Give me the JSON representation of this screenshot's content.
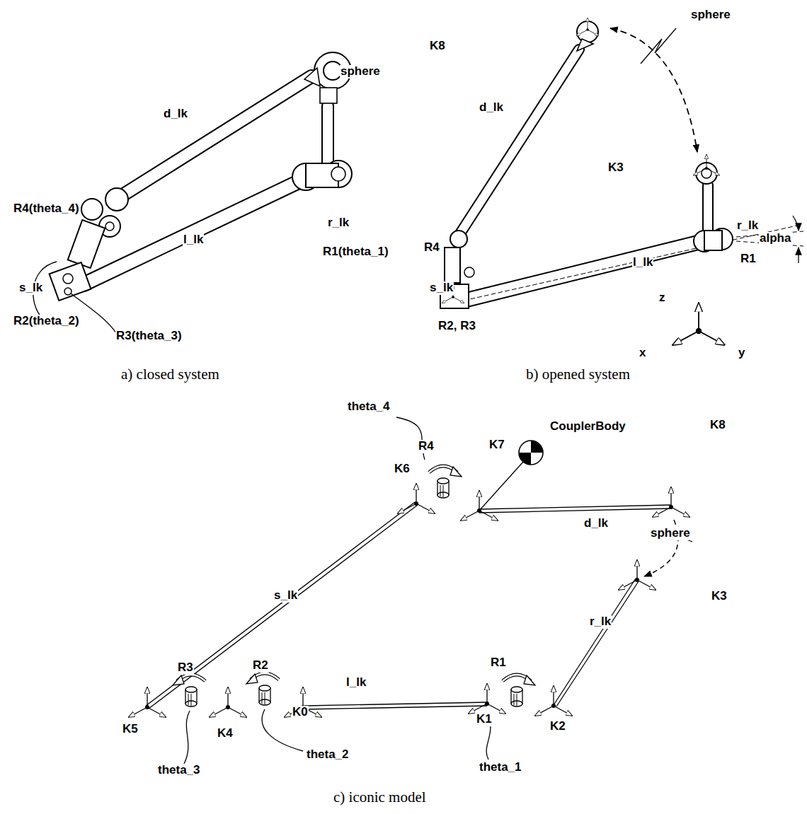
{
  "diagram": {
    "labels": [
      "sphere",
      "d_lk",
      "r_lk",
      "R4(theta_4)",
      "R1(theta_1)",
      "s_lk",
      "l_lk",
      "R2(theta_2)",
      "R3(theta_3)",
      "a) closed system",
      "K8",
      "sphere",
      "d_lk",
      "K3",
      "r_lk",
      "R4",
      "R1",
      "alpha",
      "s_lk",
      "z",
      "l_lk",
      "R2, R3",
      "x",
      "y",
      "b) opened system",
      "theta_4",
      "R4",
      "K7",
      "CouplerBody",
      "K8",
      "K6",
      "d_lk",
      "sphere",
      "s_lk",
      "K3",
      "R1",
      "R3",
      "R2",
      "l_lk",
      "K5",
      "K4",
      "K0",
      "K1",
      "K2",
      "r_lk",
      "theta_3",
      "theta_2",
      "theta_1",
      "c) iconic model"
    ]
  }
}
